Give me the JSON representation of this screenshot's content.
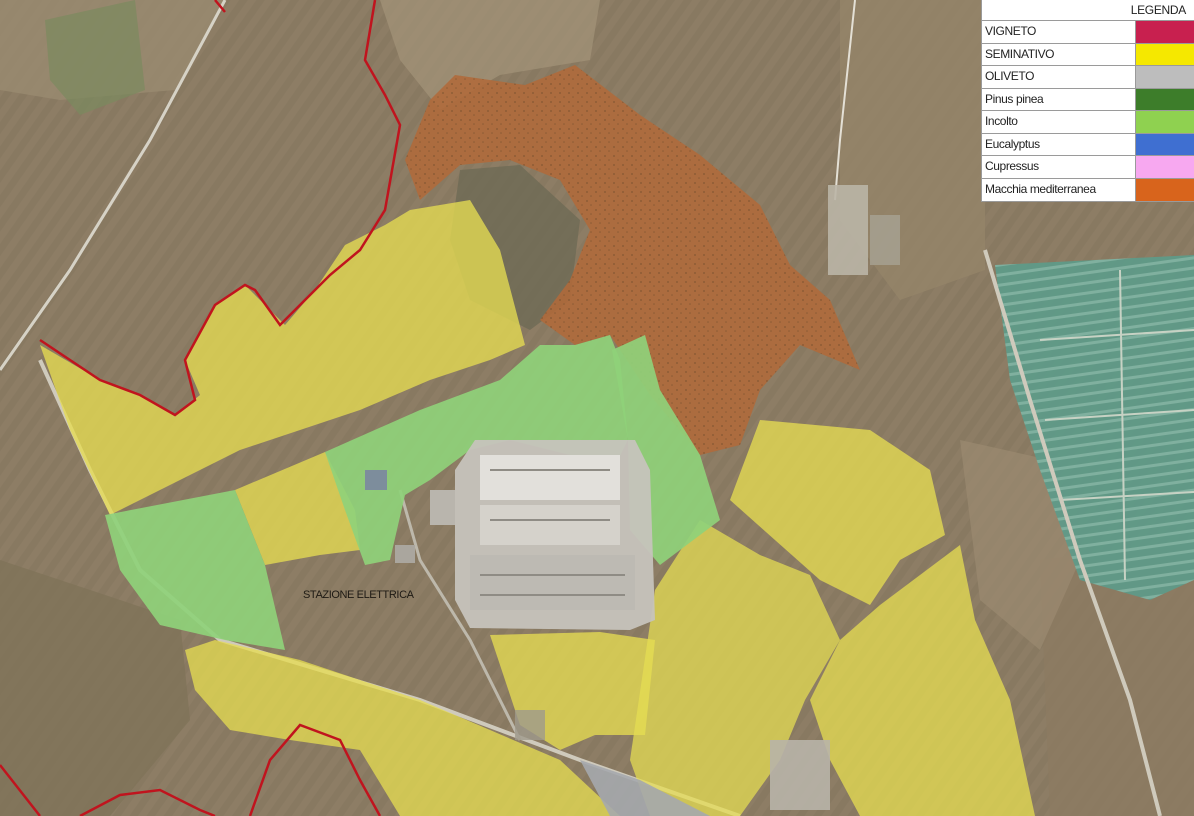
{
  "legend": {
    "title": "LEGENDA",
    "items": [
      {
        "label": "VIGNETO",
        "color": "#c8204f"
      },
      {
        "label": "SEMINATIVO",
        "color": "#f5e800"
      },
      {
        "label": "OLIVETO",
        "color": "#bdbdbd"
      },
      {
        "label": "Pinus pinea",
        "color": "#3d7d2a"
      },
      {
        "label": "Incolto",
        "color": "#8fd150"
      },
      {
        "label": "Eucalyptus",
        "color": "#3f6fd1"
      },
      {
        "label": "Cupressus",
        "color": "#f7a8f0"
      },
      {
        "label": "Macchia mediterranea",
        "color": "#d8641c"
      }
    ]
  },
  "map": {
    "labels": {
      "station": "STAZIONE ELETTRICA"
    },
    "colors": {
      "seminativo_fill": "#e6dd52",
      "incolto_fill": "#8fd17a",
      "macchia_fill": "#b06a3a",
      "boundary_line": "#c0141e",
      "terrain": "#8a7a62"
    }
  }
}
